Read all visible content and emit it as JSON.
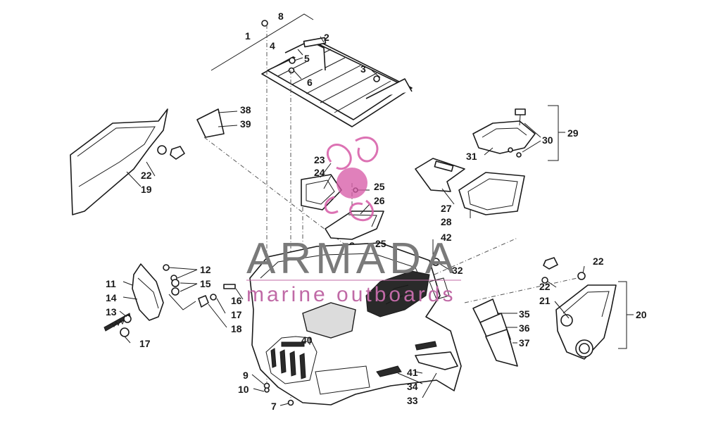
{
  "watermark": {
    "brand": "ARMADA",
    "tagline": "marine outboards",
    "logo_color": "#d65aa6",
    "tagline_color": "#c06aa6"
  },
  "callouts": {
    "c1": "1",
    "c2": "2",
    "c3": "3",
    "c4": "4",
    "c5": "5",
    "c6": "6",
    "c7": "7",
    "c8": "8",
    "c9": "9",
    "c10": "10",
    "c11": "11",
    "c12": "12",
    "c13": "13",
    "c14": "14",
    "c15": "15",
    "c16": "16",
    "c17a": "17",
    "c17b": "17",
    "c18": "18",
    "c19": "19",
    "c20": "20",
    "c21": "21",
    "c22a": "22",
    "c22b": "22",
    "c22c": "22",
    "c23": "23",
    "c24": "24",
    "c25a": "25",
    "c25b": "25",
    "c26": "26",
    "c27": "27",
    "c28": "28",
    "c29": "29",
    "c30": "30",
    "c31": "31",
    "c32": "32",
    "c33": "33",
    "c34": "34",
    "c35": "35",
    "c36": "36",
    "c37": "37",
    "c38": "38",
    "c39": "39",
    "c40": "40",
    "c41": "41",
    "c42": "42"
  }
}
